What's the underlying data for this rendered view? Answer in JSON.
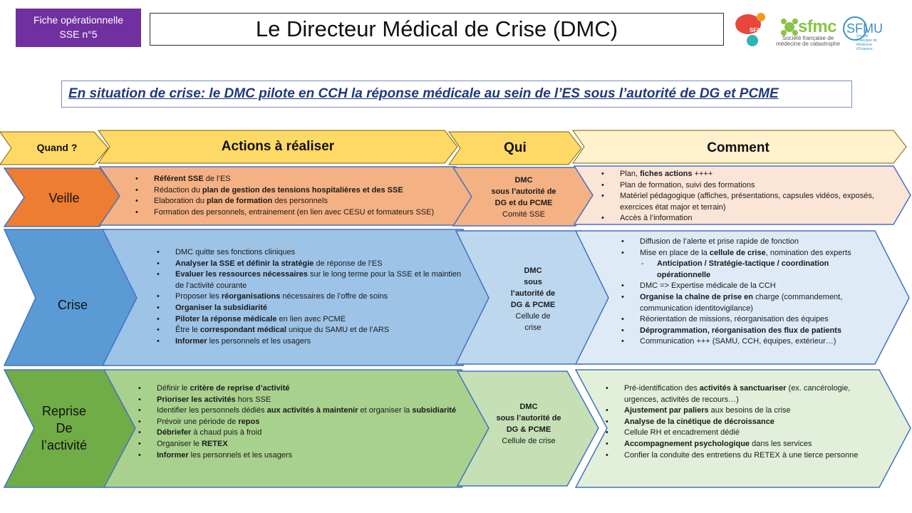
{
  "badge": {
    "line1": "Fiche opérationnelle",
    "line2": "SSE  n°5"
  },
  "title": "Le Directeur Médical de Crise (DMC)",
  "subtitle": "En situation de crise: le DMC pilote en CCH la réponse médicale au sein de l’ES sous l’autorité de DG et PCME",
  "logos": {
    "sfar": "SFAR",
    "sfmc": "sfmc",
    "sfmc_sub": "Société française de médecine de catastrophe",
    "sfmu": "SFMU",
    "sfmu_sub": "Société Française de Médecine d'Urgence"
  },
  "headers": {
    "quand": "Quand ?",
    "actions": "Actions à réaliser",
    "qui": "Qui",
    "comment": "Comment"
  },
  "colors": {
    "purple": "#7030a0",
    "header_yellow": "#ffd966",
    "header_pale": "#fff2cc",
    "orange": "#ed7d31",
    "orange_light": "#f4b183",
    "orange_pale": "#fbe5d6",
    "blue": "#5b9bd5",
    "blue_light": "#9dc3e6",
    "blue_pale": "#deebf7",
    "green": "#70ad47",
    "green_light": "#a9d18e",
    "green_pale": "#e2f0d9"
  },
  "rows": [
    {
      "label": "Veille",
      "actions": [
        [
          {
            "b": "Référent SSE"
          },
          {
            "t": " de l’ES"
          }
        ],
        [
          {
            "t": "Rédaction du "
          },
          {
            "b": "plan de gestion des tensions hospitalières et des SSE"
          }
        ],
        [
          {
            "t": "Elaboration du "
          },
          {
            "b": "plan de formation"
          },
          {
            "t": " des personnels"
          }
        ],
        [
          {
            "t": "Formation des personnels, entrainement (en lien avec CESU et formateurs SSE)"
          }
        ]
      ],
      "qui": [
        {
          "b": "DMC"
        },
        {
          "b": "sous l’autorité de"
        },
        {
          "b": "DG et du PCME"
        },
        {
          "t": "Comité SSE"
        }
      ],
      "comment": [
        [
          {
            "t": "Plan, "
          },
          {
            "b": "fiches actions"
          },
          {
            "t": "  ++++"
          }
        ],
        [
          {
            "t": "Plan de formation, suivi des formations"
          }
        ],
        [
          {
            "t": "Matériel pédagogique (affiches, présentations, capsules vidéos, exposés, exercices état major et terrain)"
          }
        ],
        [
          {
            "t": "Accès à l’information"
          }
        ]
      ]
    },
    {
      "label": "Crise",
      "actions": [
        [
          {
            "t": "DMC quitte ses fonctions cliniques"
          }
        ],
        [
          {
            "b": "Analyser la SSE et définir la stratégie"
          },
          {
            "t": " de réponse de l’ES"
          }
        ],
        [
          {
            "b": "Evaluer les ressources nécessaires"
          },
          {
            "t": " sur le long terme pour la SSE et le maintien de l’activité courante"
          }
        ],
        [
          {
            "t": "Proposer les "
          },
          {
            "b": "réorganisations"
          },
          {
            "t": " nécessaires de l’offre de soins"
          }
        ],
        [
          {
            "b": "Organiser la subsidiarité"
          }
        ],
        [
          {
            "b": "Piloter la réponse médicale"
          },
          {
            "t": " en lien avec PCME"
          }
        ],
        [
          {
            "t": "Être le "
          },
          {
            "b": "correspondant médical"
          },
          {
            "t": " unique du SAMU et de l’ARS"
          }
        ],
        [
          {
            "b": "Informer"
          },
          {
            "t": " les personnels et les usagers"
          }
        ]
      ],
      "qui": [
        {
          "b": "DMC"
        },
        {
          "b": "sous"
        },
        {
          "b": "l’autorité de"
        },
        {
          "b": "DG & PCME"
        },
        {
          "t": "Cellule de"
        },
        {
          "t": "crise"
        }
      ],
      "comment": [
        [
          {
            "t": "Diffusion de l’alerte et prise rapide de fonction"
          }
        ],
        [
          {
            "t": "Mise en place de la "
          },
          {
            "b": "cellule de crise"
          },
          {
            "t": ", nomination des experts"
          }
        ],
        [
          {
            "sub": true
          },
          {
            "b": "Anticipation / Stratégie-tactique / coordination opérationnelle"
          }
        ],
        [
          {
            "t": "DMC => Expertise médicale de la CCH"
          }
        ],
        [
          {
            "b": "Organise la chaîne de prise en"
          },
          {
            "t": " charge (commandement, communication identitovigilance)"
          }
        ],
        [
          {
            "t": "Réorientation de missions, réorganisation des équipes"
          }
        ],
        [
          {
            "b": "Déprogrammation, réorganisation des flux de patients"
          }
        ],
        [
          {
            "t": "Communication +++ (SAMU, CCH, équipes, extérieur…)"
          }
        ]
      ]
    },
    {
      "label": "Reprise De l’activité",
      "label_lines": [
        "Reprise",
        "De",
        "l’activité"
      ],
      "actions": [
        [
          {
            "t": "Définir le "
          },
          {
            "b": "critère de reprise d’activité"
          }
        ],
        [
          {
            "b": "Prioriser les activités"
          },
          {
            "t": " hors SSE"
          }
        ],
        [
          {
            "t": "Identifier les personnels dédiés "
          },
          {
            "b": "aux activités à maintenir"
          },
          {
            "t": " et organiser la "
          },
          {
            "b": "subsidiarité"
          }
        ],
        [
          {
            "t": "Prévoir une période de "
          },
          {
            "b": "repos"
          }
        ],
        [
          {
            "b": "Débriefer"
          },
          {
            "t": " à chaud puis à froid"
          }
        ],
        [
          {
            "t": "Organiser le "
          },
          {
            "b": "RETEX"
          }
        ],
        [
          {
            "b": "Informer"
          },
          {
            "t": " les personnels et les usagers"
          }
        ]
      ],
      "qui": [
        {
          "b": "DMC"
        },
        {
          "b": "sous l’autorité de"
        },
        {
          "b": "DG & PCME"
        },
        {
          "t": "Cellule de crise"
        }
      ],
      "comment": [
        [
          {
            "t": "Pré-identification des "
          },
          {
            "b": "activités à sanctuariser"
          },
          {
            "t": " (ex. cancérologie, urgences, activités de recours…)"
          }
        ],
        [
          {
            "b": "Ajustement par paliers"
          },
          {
            "t": " aux besoins de la crise"
          }
        ],
        [
          {
            "b": "Analyse de la cinétique de décroissance"
          }
        ],
        [
          {
            "t": "Cellule RH et encadrement dédié"
          }
        ],
        [
          {
            "b": "Accompagnement psychologique"
          },
          {
            "t": " dans les services"
          }
        ],
        [
          {
            "t": "Confier la conduite des entretiens du RETEX à une tierce personne"
          }
        ]
      ]
    }
  ]
}
